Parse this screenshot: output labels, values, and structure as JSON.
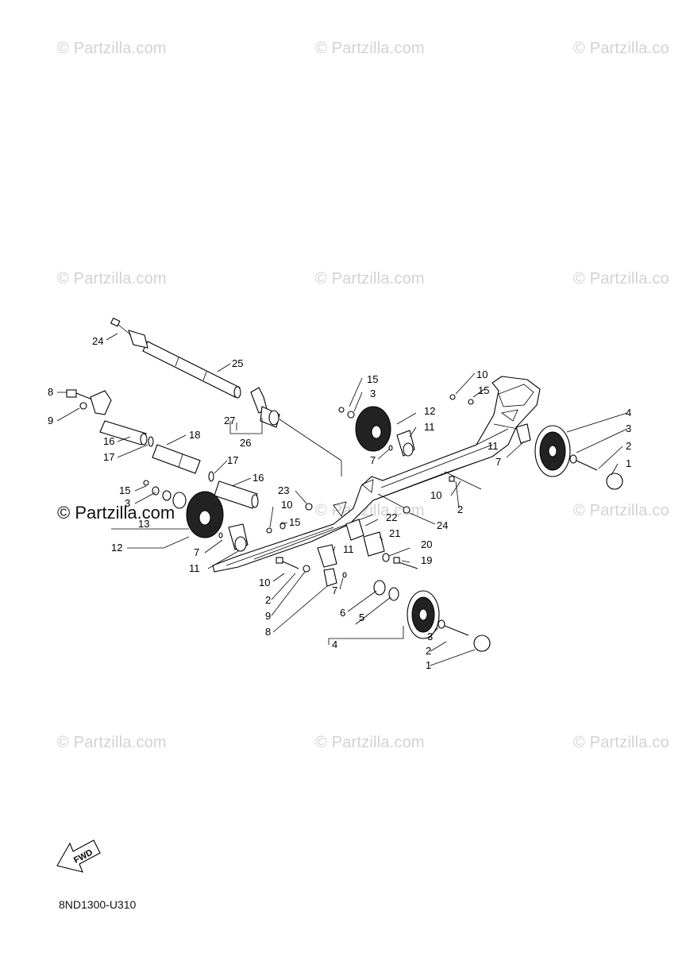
{
  "watermarks": {
    "text": "© Partzilla.com",
    "row1": [
      "© Partzilla.com",
      "© Partzilla.com",
      "© Partzilla.co"
    ],
    "row2": [
      "© Partzilla.com",
      "© Partzilla.com",
      "© Partzilla.co"
    ],
    "row3_mid": "© Partzilla.com",
    "row3_right": "© Partzilla.co",
    "row4": [
      "© Partzilla.com",
      "© Partzilla.com",
      "© Partzilla.co"
    ],
    "bold": "© Partzilla.com"
  },
  "diagram_code": "8ND1300-U310",
  "fwd_label": "FWD",
  "callouts": {
    "c1a": "1",
    "c1b": "1",
    "c2a": "2",
    "c2b": "2",
    "c2c": "2",
    "c2d": "2",
    "c3a": "3",
    "c3b": "3",
    "c3c": "3",
    "c3d": "3",
    "c4a": "4",
    "c4b": "4",
    "c5": "5",
    "c6": "6",
    "c7a": "7",
    "c7b": "7",
    "c7c": "7",
    "c7d": "7",
    "c8a": "8",
    "c8b": "8",
    "c9a": "9",
    "c9b": "9",
    "c10a": "10",
    "c10b": "10",
    "c10c": "10",
    "c10d": "10",
    "c11a": "11",
    "c11b": "11",
    "c11c": "11",
    "c11d": "11",
    "c12a": "12",
    "c12b": "12",
    "c13": "13",
    "c15a": "15",
    "c15b": "15",
    "c15c": "15",
    "c15d": "15",
    "c16a": "16",
    "c16b": "16",
    "c17a": "17",
    "c17b": "17",
    "c18": "18",
    "c19": "19",
    "c20": "20",
    "c21": "21",
    "c22": "22",
    "c23": "23",
    "c24a": "24",
    "c24b": "24",
    "c25": "25",
    "c26": "26",
    "c27": "27"
  }
}
